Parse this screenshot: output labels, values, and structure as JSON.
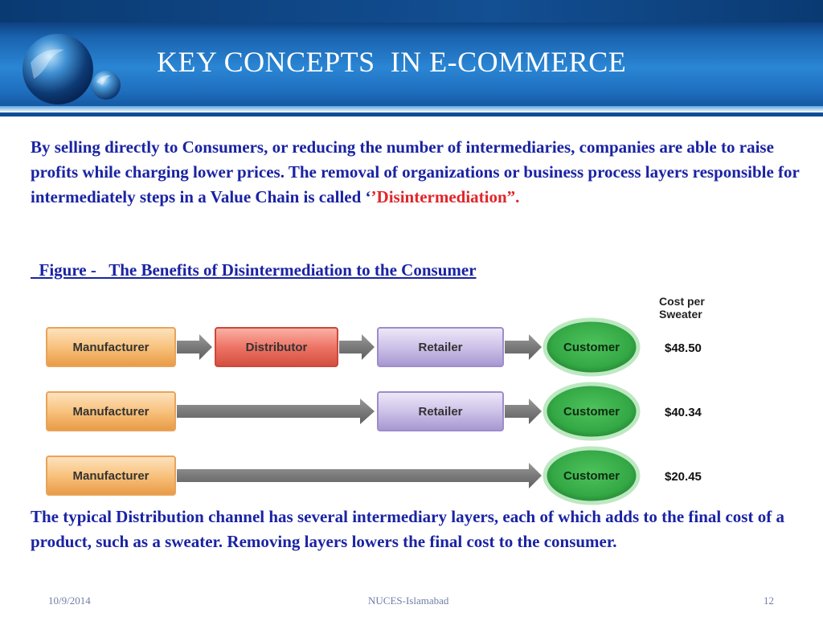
{
  "header": {
    "title": "KEY CONCEPTS  IN E-COMMERCE"
  },
  "intro": {
    "text": "By selling directly to Consumers,  or reducing the number of intermediaries, companies are able to raise profits while charging lower prices.  The removal of organizations or business  process layers responsible for intermediately steps in a Value Chain is called ‘",
    "highlight": "’Disintermediation”."
  },
  "figure": {
    "caption": "  Figure -   The Benefits of Disintermediation to the Consumer",
    "cost_header_line1": "Cost per",
    "cost_header_line2": "Sweater",
    "rows": [
      {
        "nodes": [
          "Manufacturer",
          "Distributor",
          "Retailer",
          "Customer"
        ],
        "cost": "$48.50"
      },
      {
        "nodes": [
          "Manufacturer",
          "Retailer",
          "Customer"
        ],
        "cost": "$40.34"
      },
      {
        "nodes": [
          "Manufacturer",
          "Customer"
        ],
        "cost": "$20.45"
      }
    ]
  },
  "conclusion": {
    "text": "The typical Distribution channel has several intermediary layers, each of which adds to the final cost of a product, such as a sweater.  Removing layers lowers the final cost to the consumer."
  },
  "footer": {
    "date": "10/9/2014",
    "org": "NUCES-Islamabad",
    "page": "12"
  },
  "colors": {
    "header_blue": "#1a63b0",
    "text_blue": "#1a23a3",
    "highlight_red": "#e0262a",
    "manufacturer_orange": "#f6b26b",
    "distributor_red": "#ec7062",
    "retailer_lavender": "#c9bde6",
    "customer_green": "#3cae4c"
  }
}
